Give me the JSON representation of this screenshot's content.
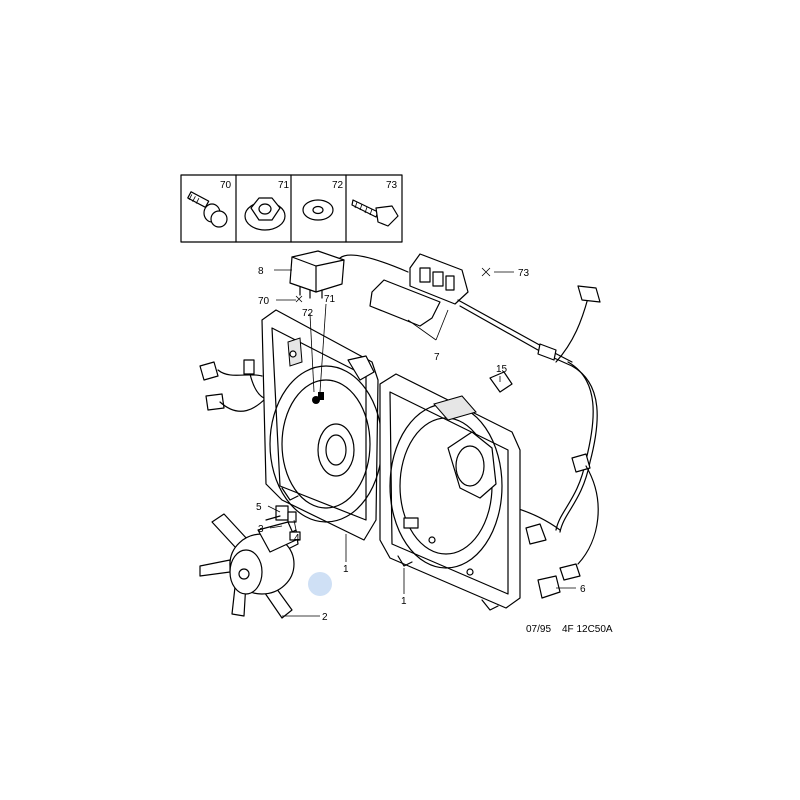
{
  "hardware_panel": {
    "cells": [
      {
        "ref": "70",
        "icon": "bolt-with-washer-icon"
      },
      {
        "ref": "71",
        "icon": "flange-nut-icon"
      },
      {
        "ref": "72",
        "icon": "flat-washer-icon"
      },
      {
        "ref": "73",
        "icon": "self-tapping-screw-icon"
      }
    ]
  },
  "callouts": {
    "c8": "8",
    "c70": "70",
    "c71": "71",
    "c72": "72",
    "c73": "73",
    "c7": "7",
    "c15": "15",
    "c5": "5",
    "c3": "3",
    "c4": "4",
    "c1a": "1",
    "c1b": "1",
    "c2": "2",
    "c6": "6"
  },
  "footer": {
    "date": "07/95",
    "reference": "4F 12C50A"
  },
  "colors": {
    "line": "#000000",
    "marker": "#cfe0f5"
  }
}
